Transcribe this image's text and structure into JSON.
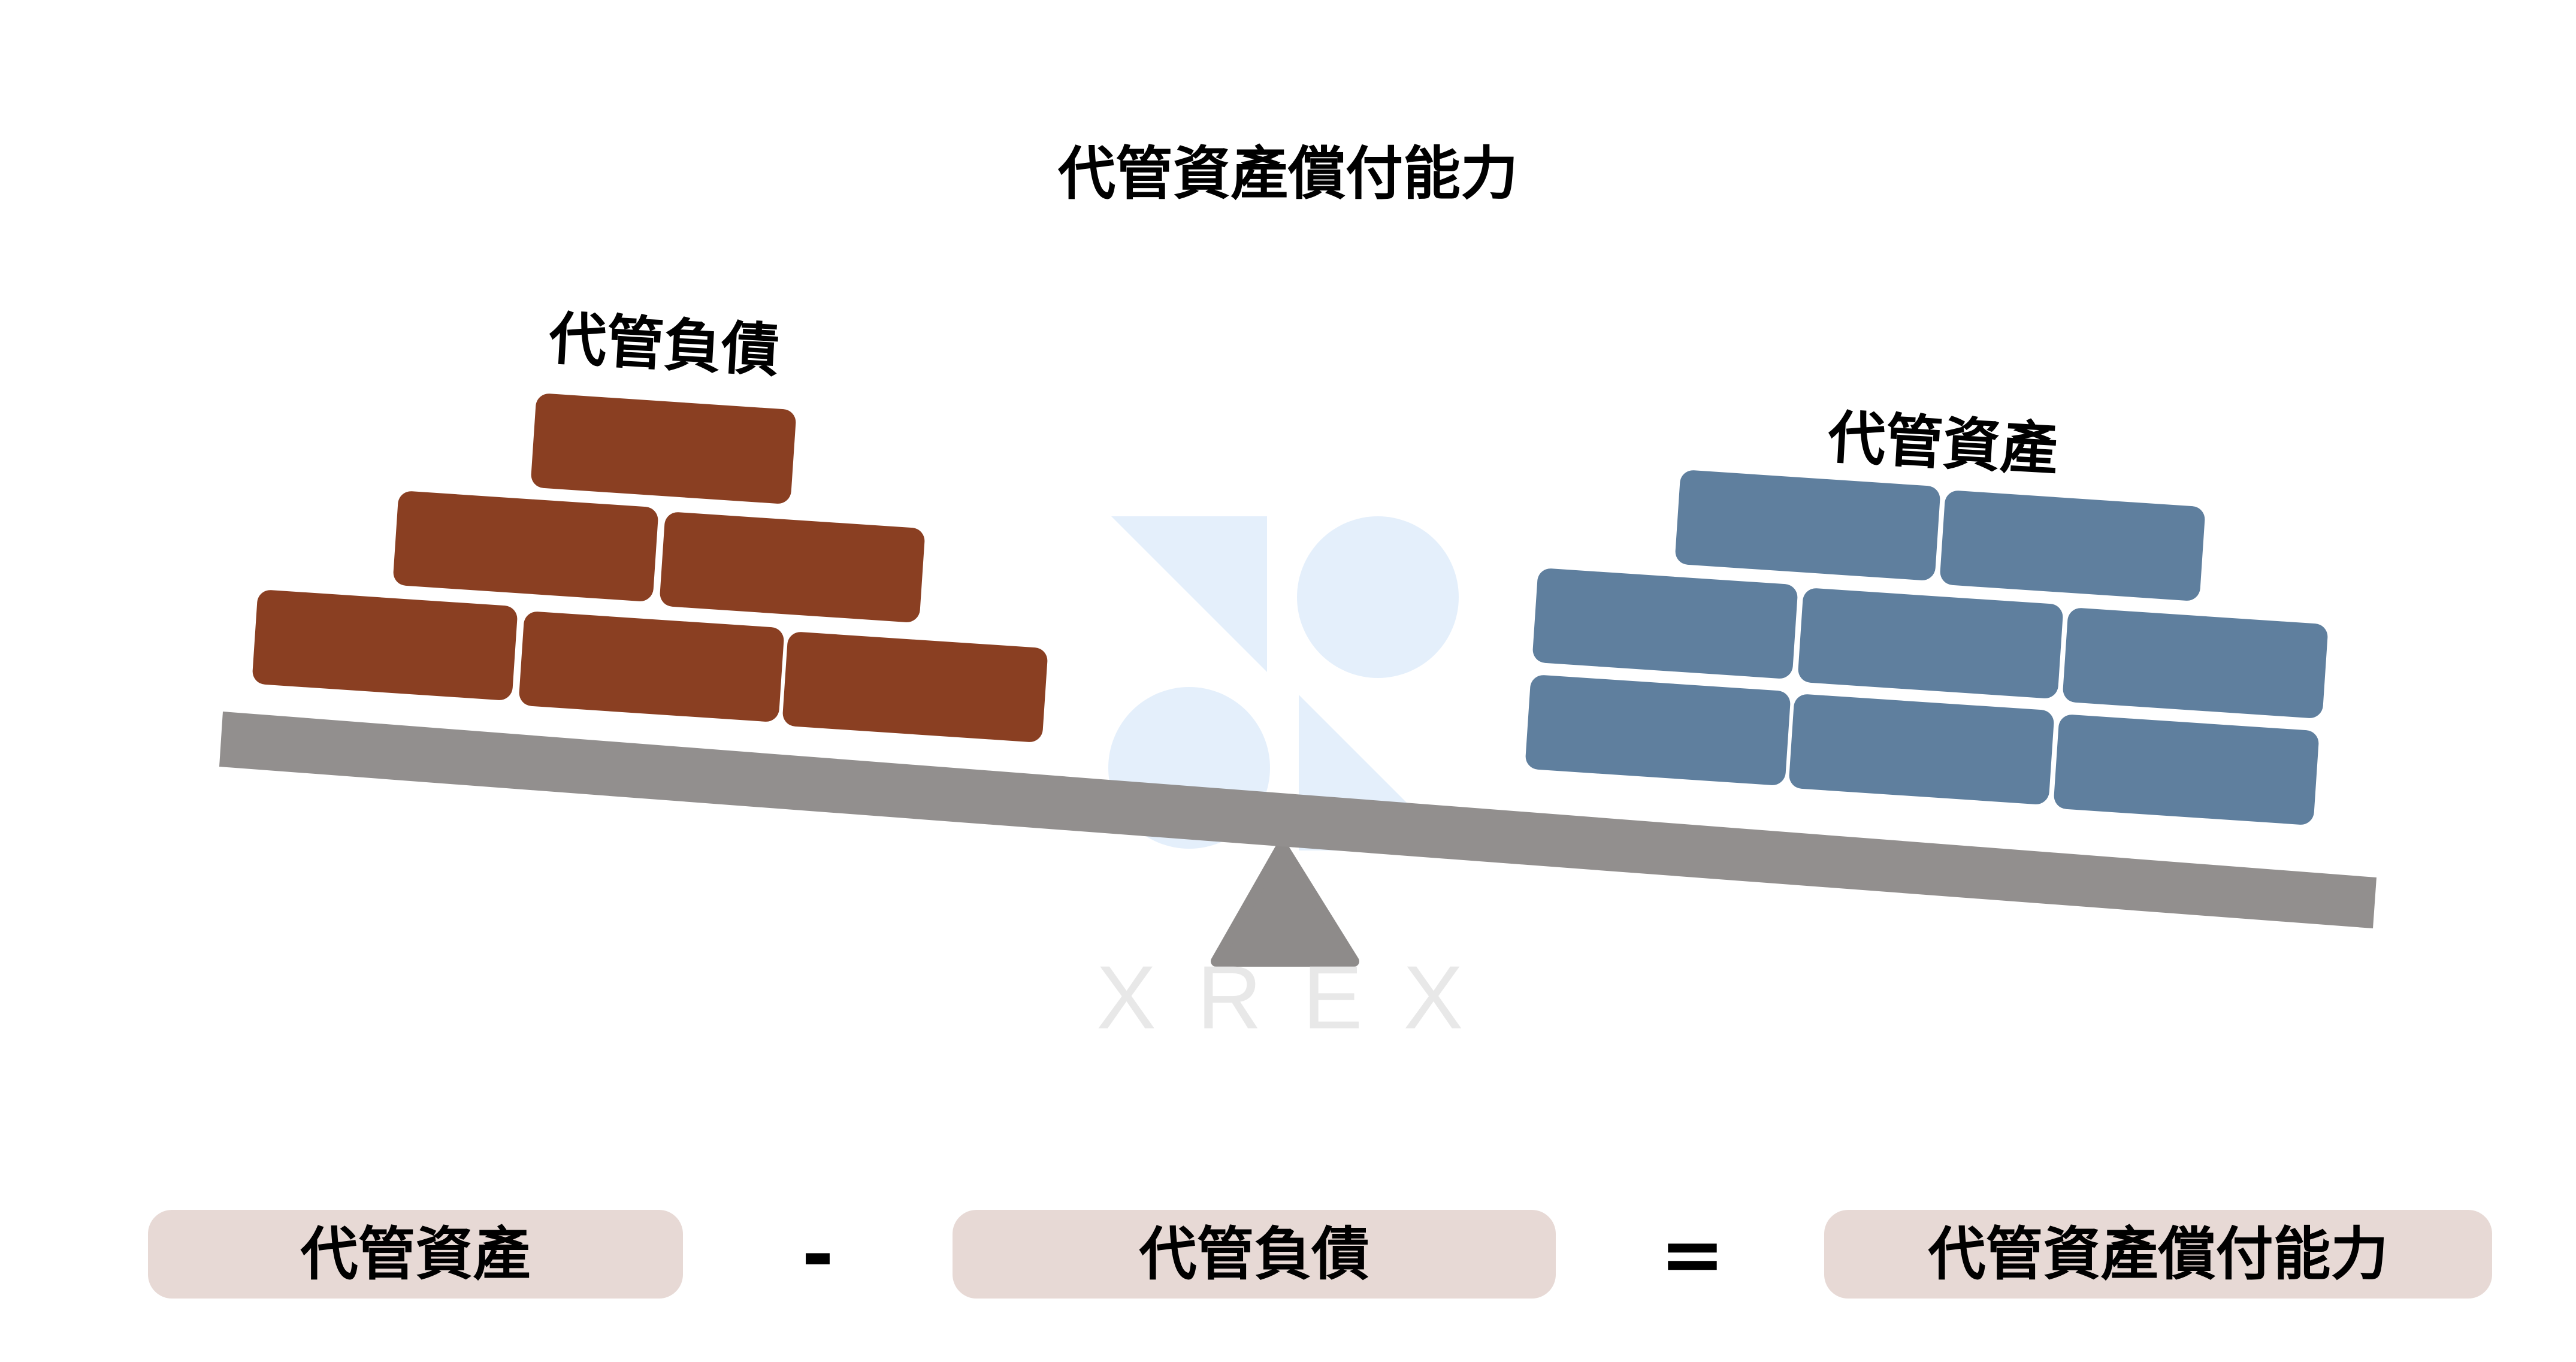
{
  "title": "代管資產償付能力",
  "left_stack": {
    "label": "代管負債",
    "color": "#8a3f22",
    "rows": [
      1,
      2,
      3
    ]
  },
  "right_stack": {
    "label": "代管資產",
    "color": "#5f7f9e",
    "rows": [
      2,
      3,
      3
    ]
  },
  "scale": {
    "beam_color": "#928f8e",
    "fulcrum_color": "#8e8b8a",
    "tilt": "right-side-down"
  },
  "watermark": {
    "text": "XREX",
    "icon": "xrex-logo-icon",
    "icon_color": "#e4effb",
    "text_color": "#e8e8e8"
  },
  "equation": {
    "left_term": "代管資產",
    "minus": "-",
    "right_term": "代管負債",
    "equals": "=",
    "result": "代管資產償付能力",
    "pill_color": "#e7d9d5"
  }
}
